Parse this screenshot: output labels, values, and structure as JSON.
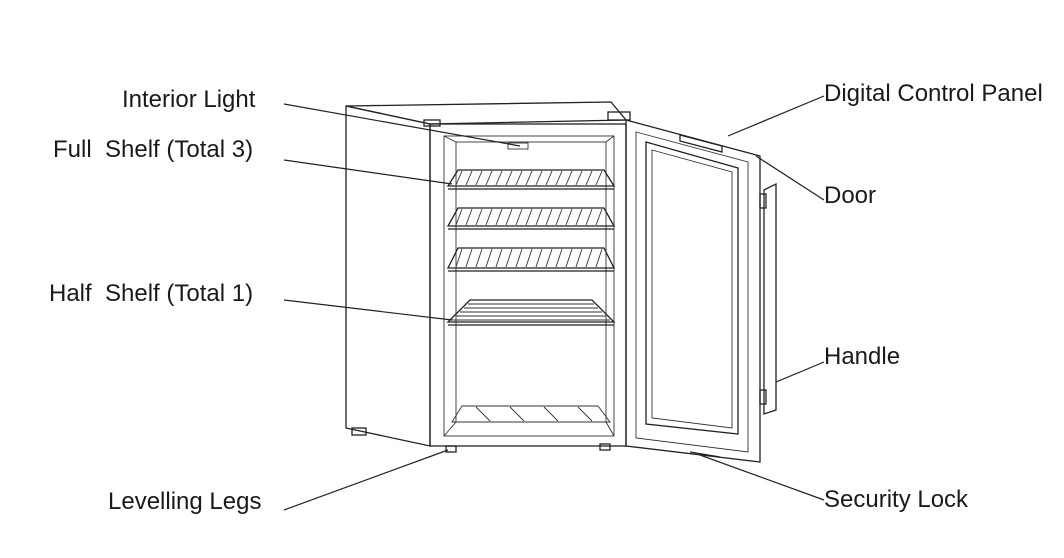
{
  "labels": {
    "interior_light": "Interior Light",
    "full_shelf": "Full  Shelf (Total 3)",
    "half_shelf": "Half  Shelf (Total 1)",
    "levelling_legs": "Levelling Legs",
    "digital_control_panel": "Digital Control Panel",
    "door": "Door",
    "handle": "Handle",
    "security_lock": "Security Lock"
  }
}
